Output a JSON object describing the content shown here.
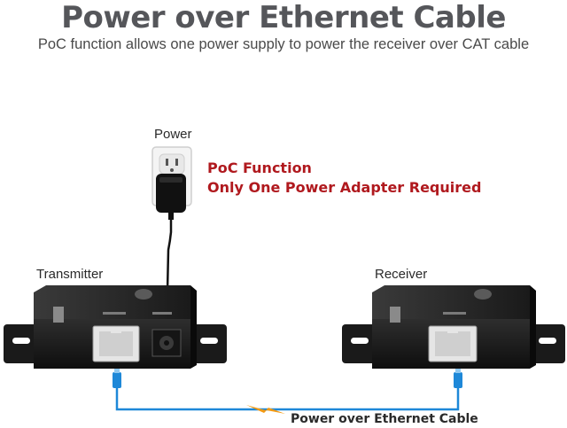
{
  "header": {
    "title": "Power over Ethernet Cable",
    "subtitle": "PoC function allows one power supply to power the receiver over CAT cable"
  },
  "labels": {
    "power": "Power",
    "transmitter": "Transmitter",
    "receiver": "Receiver",
    "poc_title": "PoC Function",
    "poc_subtitle": "Only One Power Adapter Required",
    "cable": "Power over Ethernet Cable"
  },
  "colors": {
    "title": "#55565a",
    "poc_text": "#b0191e",
    "cable": "#1e88d8",
    "bolt": "#f39a14",
    "device_body": "#1b1b1b"
  }
}
